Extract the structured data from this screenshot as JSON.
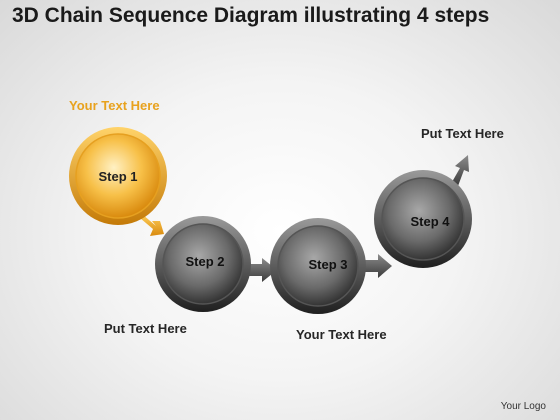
{
  "title": "3D Chain Sequence Diagram illustrating 4 steps",
  "steps": [
    "Step 1",
    "Step 2",
    "Step 3",
    "Step 4"
  ],
  "labels": {
    "top_left": "Your Text Here",
    "top_right": "Put Text Here",
    "bottom_left": "Put Text Here",
    "bottom_mid": "Your Text Here"
  },
  "logo": "Your Logo",
  "colors": {
    "highlight": "#f5a623",
    "highlight_text": "#e8a21e",
    "dark": "#3a3a3a"
  }
}
